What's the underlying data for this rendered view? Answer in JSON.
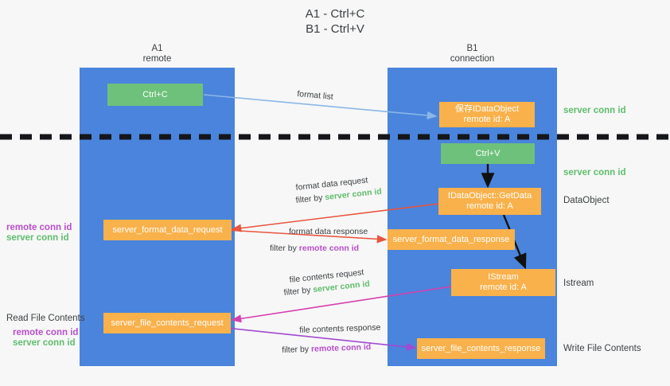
{
  "title": "A1 - Ctrl+C\nB1 - Ctrl+V",
  "lanes": [
    {
      "name": "A1",
      "sub": "remote",
      "header": "A1\nremote"
    },
    {
      "name": "B1",
      "sub": "connection",
      "header": "B1\nconnection"
    }
  ],
  "colors": {
    "lane": "#4a84dc",
    "green_box": "#6ec17a",
    "orange_box": "#f9b14b",
    "background": "#f7f7f7",
    "server_conn_id": "#5fbd6e",
    "remote_conn_id": "#b84ecb",
    "arrow_blue": "#8ab7e8",
    "arrow_red": "#e8553f",
    "arrow_pink": "#d63fb0",
    "arrow_purple": "#a24ad0",
    "arrow_black": "#000000",
    "text": "#3c4043"
  },
  "nodes": {
    "ctrl_c": "Ctrl+C",
    "ctrl_v": "Ctrl+V",
    "save_idataobject": "保存IDataObject\nremote id: A",
    "getdata": "IDataObject::GetData\nremote id: A",
    "istream": "IStream\nremote id: A",
    "server_format_data_request": "server_format_data_request",
    "server_format_data_response": "server_format_data_response",
    "server_file_contents_request": "server_file_contents_request",
    "server_file_contents_response": "server_file_contents_response"
  },
  "right_labels": {
    "server_conn_id_top": "server conn id",
    "server_conn_id_mid": "server conn id",
    "dataobject": "DataObject",
    "istream": "Istream",
    "write_file_contents": "Write File Contents"
  },
  "left_labels": {
    "remote_conn_id_1": "remote conn id",
    "server_conn_id_1": "server conn id",
    "read_file_contents": "Read File Contents",
    "remote_conn_id_2": "remote conn id",
    "server_conn_id_2": "server conn id"
  },
  "flows": {
    "format_list": "format list",
    "format_data_request": "format data request",
    "format_data_request_filter_prefix": "filter by ",
    "format_data_request_filter_value": "server conn id",
    "format_data_response": "format data response",
    "format_data_response_filter_prefix": "filter by ",
    "format_data_response_filter_value": "remote conn id",
    "file_contents_request": "file contents request",
    "file_contents_request_filter_prefix": "filter by ",
    "file_contents_request_filter_value": "server conn id",
    "file_contents_response": "file contents response",
    "file_contents_response_filter_prefix": "filter by ",
    "file_contents_response_filter_value": "remote conn id"
  }
}
